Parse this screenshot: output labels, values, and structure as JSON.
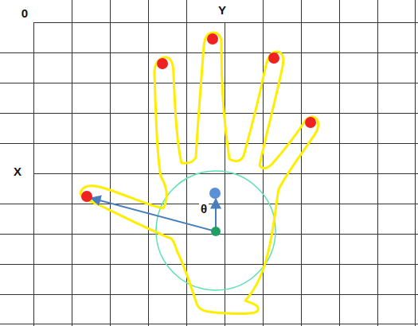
{
  "diagram": {
    "labels": [
      "0",
      "Y",
      "X",
      "θ"
    ]
  }
}
